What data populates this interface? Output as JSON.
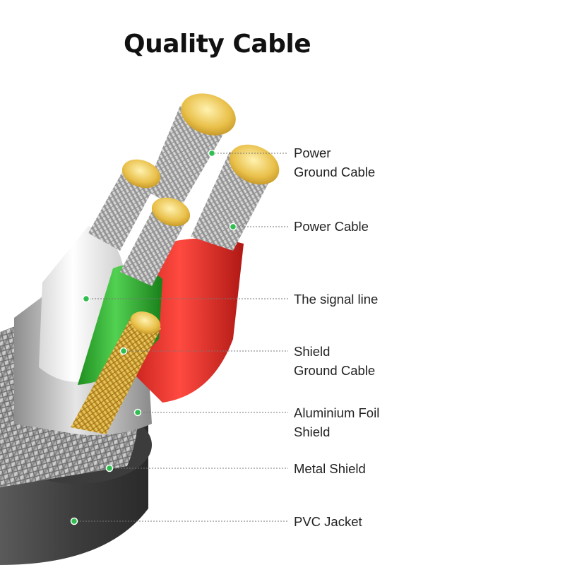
{
  "title": "Quality Cable",
  "colors": {
    "pointer_dot": "#2fbe4f",
    "red_insulation": "#e8312c",
    "green_insulation": "#2fb52f",
    "white_insulation": "#f3f3f3",
    "copper_tip": "#e9c04a",
    "pvc_jacket": "#4a4a4a"
  },
  "labels": [
    {
      "id": "power-ground-cable",
      "text": "Power\nGround Cable"
    },
    {
      "id": "power-cable",
      "text": "Power Cable"
    },
    {
      "id": "signal-line",
      "text": "The signal line"
    },
    {
      "id": "shield-ground-cable",
      "text": "Shield\nGround Cable"
    },
    {
      "id": "aluminium-foil-shield",
      "text": "Aluminium Foil\nShield"
    },
    {
      "id": "metal-shield",
      "text": "Metal Shield"
    },
    {
      "id": "pvc-jacket",
      "text": "PVC Jacket"
    }
  ]
}
